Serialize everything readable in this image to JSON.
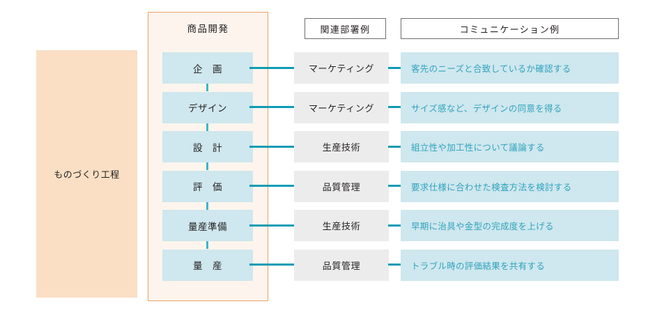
{
  "diagram": {
    "overall_process": {
      "label": "ものづくり工程",
      "color": "#fadfc5"
    },
    "development_container": {
      "title": "商品開発",
      "border_color": "#e8a167",
      "fill_color": "#fdf5ed"
    },
    "column_headers": {
      "department": "関連部署例",
      "communication": "コミュニケーション例"
    },
    "colors": {
      "stage_box": "#cfe7ee",
      "department_box": "#ececec",
      "communication_box": "#cfe7ee",
      "communication_text": "#2fa3bd",
      "connector": "#0f9cb5",
      "text": "#231f20"
    },
    "rows": [
      {
        "stage": "企　画",
        "department": "マーケティング",
        "communication": "客先のニーズと合致しているか確認する"
      },
      {
        "stage": "デザイン",
        "department": "マーケティング",
        "communication": "サイズ感など、デザインの同意を得る"
      },
      {
        "stage": "設　計",
        "department": "生産技術",
        "communication": "組立性や加工性について議論する"
      },
      {
        "stage": "評　価",
        "department": "品質管理",
        "communication": "要求仕様に合わせた検査方法を検討する"
      },
      {
        "stage": "量産準備",
        "department": "生産技術",
        "communication": "早期に治具や金型の完成度を上げる"
      },
      {
        "stage": "量　産",
        "department": "品質管理",
        "communication": "トラブル時の評価結果を共有する"
      }
    ]
  }
}
